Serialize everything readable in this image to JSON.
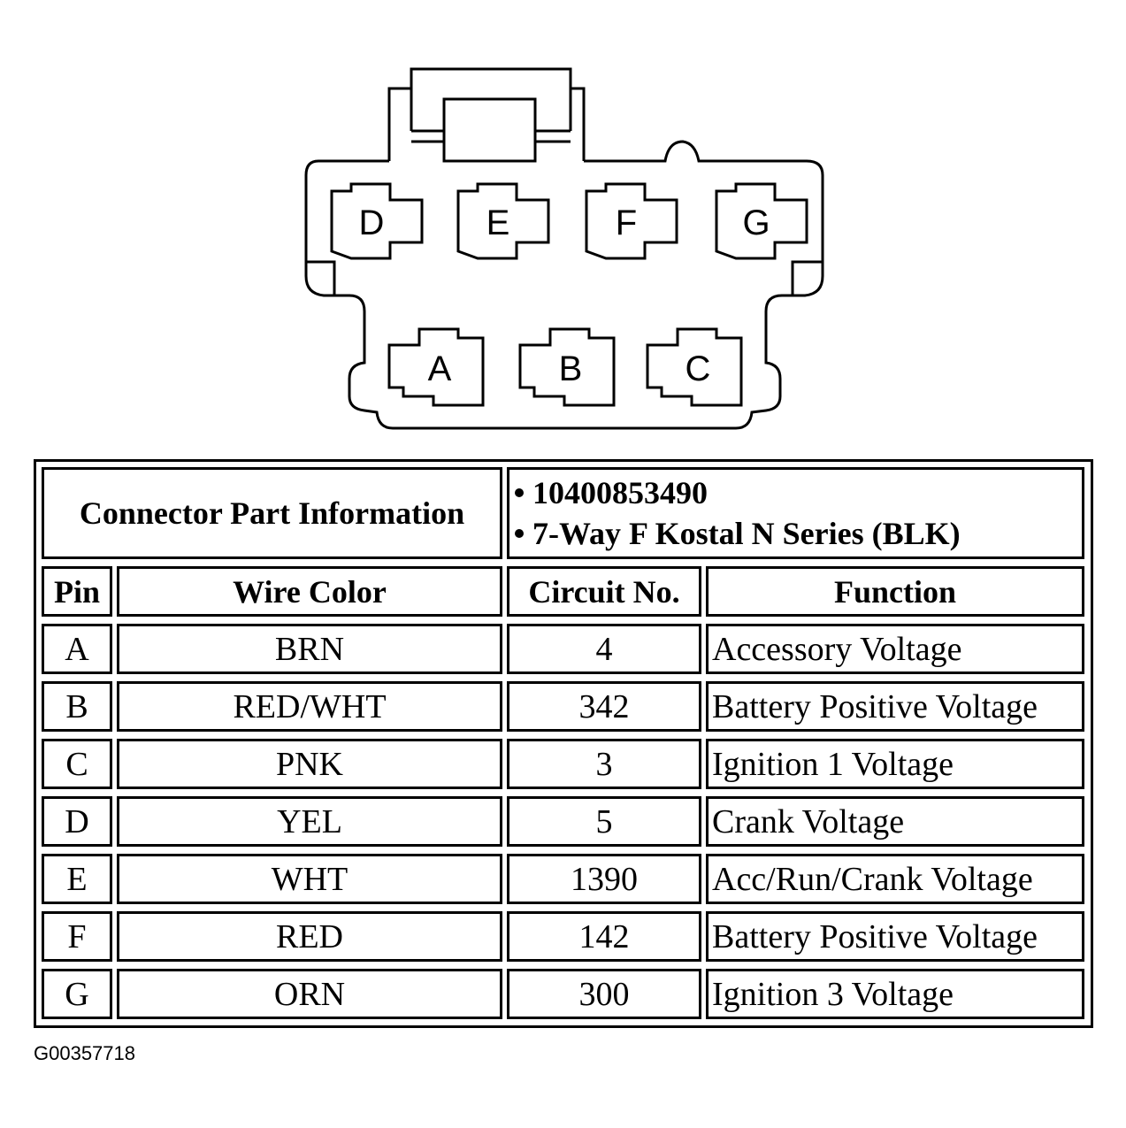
{
  "connector": {
    "pins_top": [
      "D",
      "E",
      "F",
      "G"
    ],
    "pins_bottom": [
      "A",
      "B",
      "C"
    ]
  },
  "table": {
    "part_info_label": "Connector Part Information",
    "part_info": [
      "10400853490",
      "7-Way F Kostal N Series (BLK)"
    ],
    "headers": {
      "pin": "Pin",
      "wire_color": "Wire Color",
      "circuit_no": "Circuit No.",
      "function": "Function"
    },
    "rows": [
      {
        "pin": "A",
        "wire_color": "BRN",
        "circuit_no": "4",
        "function": "Accessory Voltage"
      },
      {
        "pin": "B",
        "wire_color": "RED/WHT",
        "circuit_no": "342",
        "function": "Battery Positive Voltage"
      },
      {
        "pin": "C",
        "wire_color": "PNK",
        "circuit_no": "3",
        "function": "Ignition 1 Voltage"
      },
      {
        "pin": "D",
        "wire_color": "YEL",
        "circuit_no": "5",
        "function": "Crank Voltage"
      },
      {
        "pin": "E",
        "wire_color": "WHT",
        "circuit_no": "1390",
        "function": "Acc/Run/Crank Voltage"
      },
      {
        "pin": "F",
        "wire_color": "RED",
        "circuit_no": "142",
        "function": "Battery Positive Voltage"
      },
      {
        "pin": "G",
        "wire_color": "ORN",
        "circuit_no": "300",
        "function": "Ignition 3 Voltage"
      }
    ]
  },
  "figure_id": "G00357718"
}
